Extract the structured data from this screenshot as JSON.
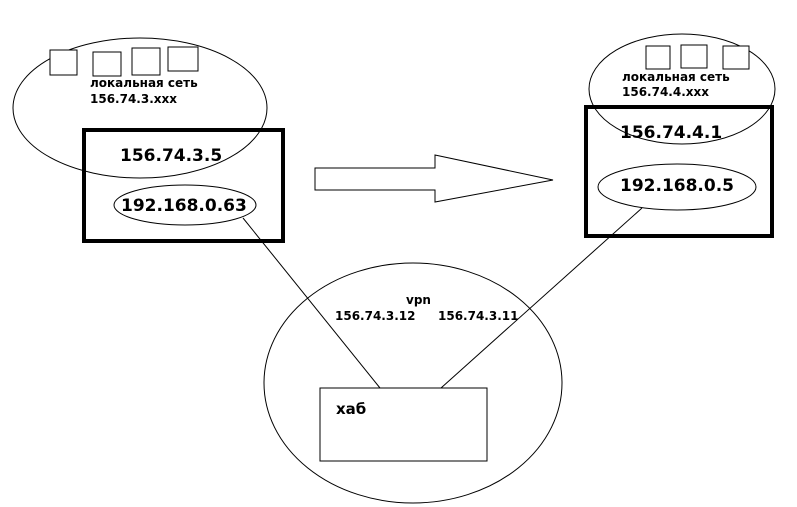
{
  "left_site": {
    "lan_label": "локальная сеть",
    "lan_subnet": "156.74.3.xxx",
    "router_public_ip": "156.74.3.5",
    "router_vpn_ip": "192.168.0.63"
  },
  "right_site": {
    "lan_label": "локальная сеть",
    "lan_subnet": "156.74.4.xxx",
    "router_public_ip": "156.74.4.1",
    "router_vpn_ip": "192.168.0.5"
  },
  "vpn": {
    "label": "vpn",
    "left_link_ip": "156.74.3.12",
    "right_link_ip": "156.74.3.11",
    "hub_label": "хаб"
  },
  "colors": {
    "stroke": "#000000",
    "background": "#ffffff"
  }
}
